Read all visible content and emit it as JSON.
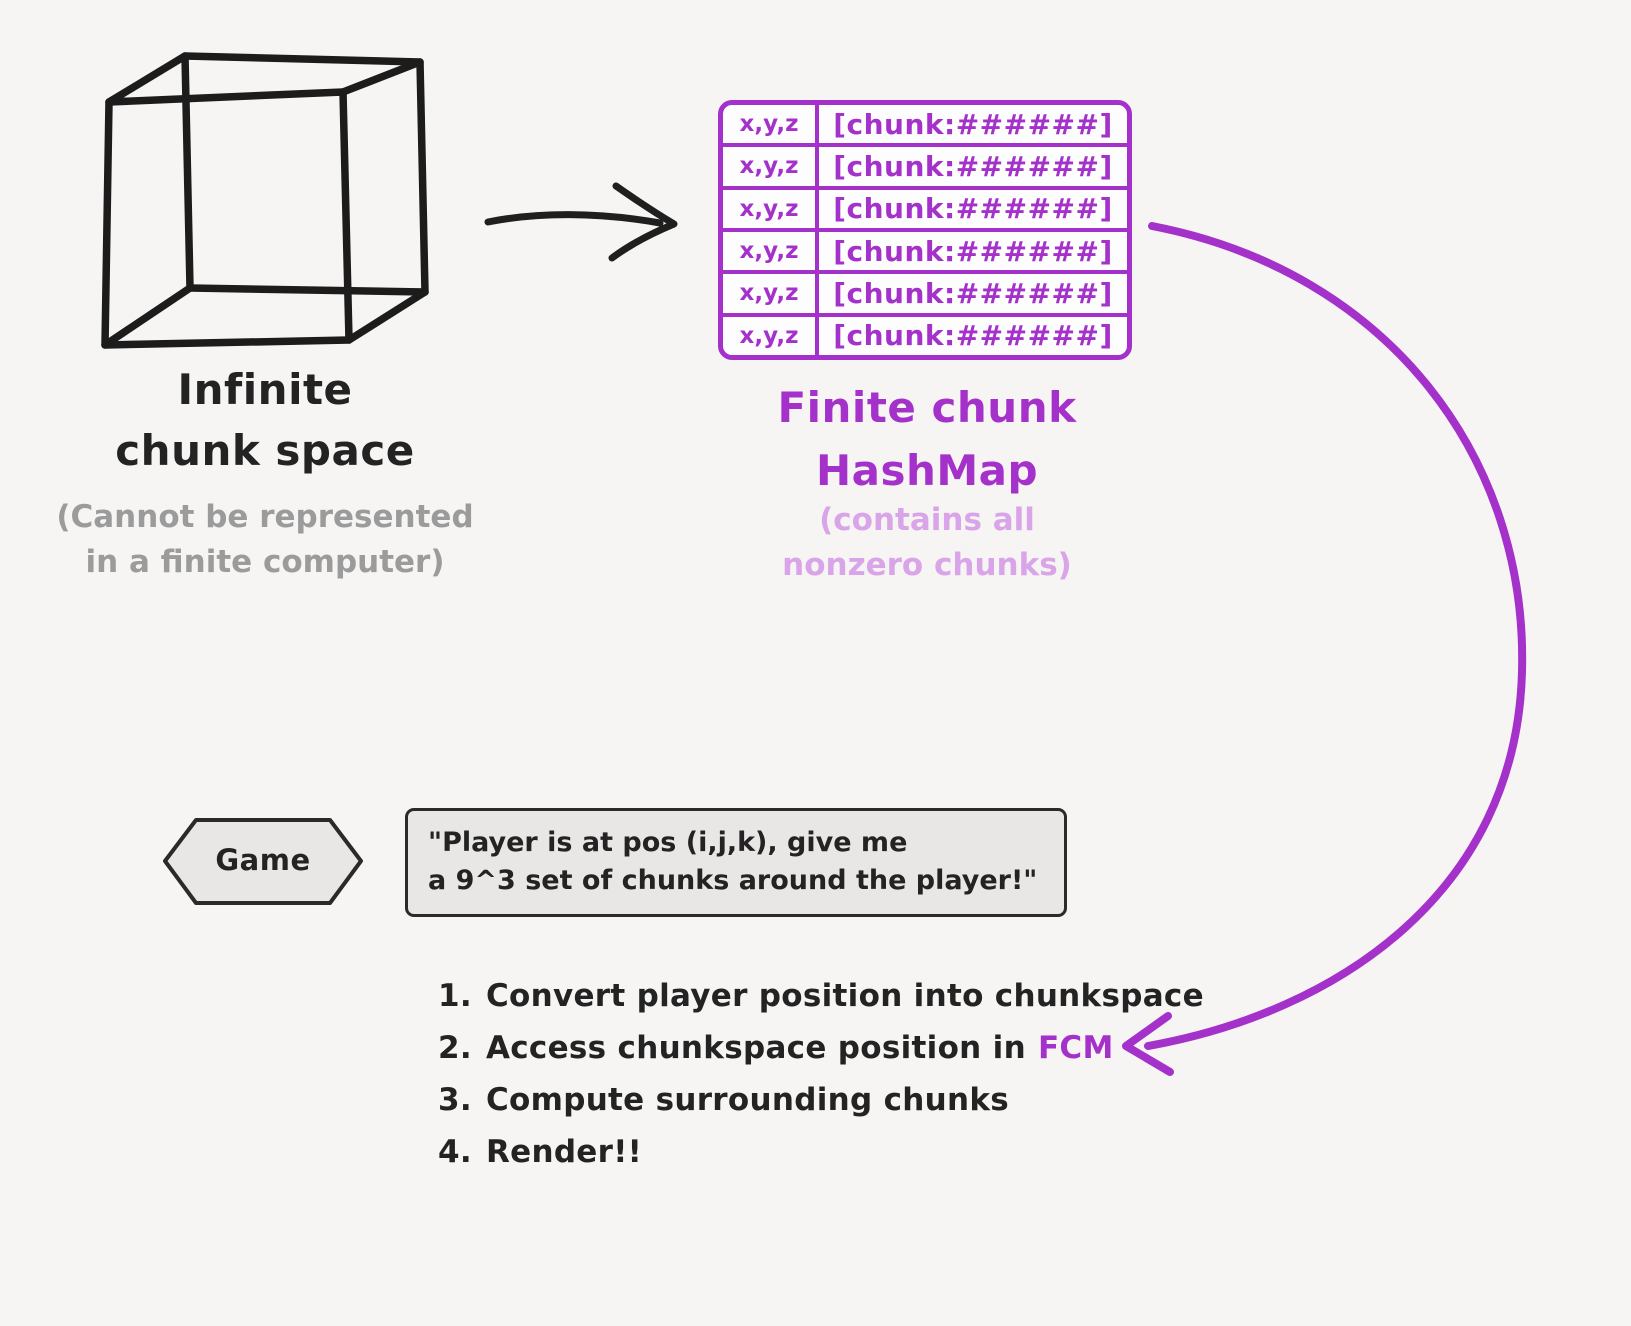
{
  "infinite_space": {
    "title_line1": "Infinite",
    "title_line2": "chunk space",
    "caption_line1": "(Cannot be represented",
    "caption_line2": "in a finite computer)"
  },
  "hashmap": {
    "rows": [
      {
        "key": "x,y,z",
        "value": "[chunk:######]"
      },
      {
        "key": "x,y,z",
        "value": "[chunk:######]"
      },
      {
        "key": "x,y,z",
        "value": "[chunk:######]"
      },
      {
        "key": "x,y,z",
        "value": "[chunk:######]"
      },
      {
        "key": "x,y,z",
        "value": "[chunk:######]"
      },
      {
        "key": "x,y,z",
        "value": "[chunk:######]"
      }
    ],
    "title_line1": "Finite chunk",
    "title_line2": "HashMap",
    "caption_line1": "(contains all",
    "caption_line2": "nonzero chunks)"
  },
  "game": {
    "badge_label": "Game",
    "quote_line1": "\"Player is at pos (i,j,k), give me",
    "quote_line2": "a 9^3 set of chunks around the player!\""
  },
  "steps": [
    {
      "num": "1.",
      "text": "Convert player position into chunkspace",
      "highlight": ""
    },
    {
      "num": "2.",
      "text": "Access chunkspace position in",
      "highlight": "FCM"
    },
    {
      "num": "3.",
      "text": "Compute surrounding chunks",
      "highlight": ""
    },
    {
      "num": "4.",
      "text": "Render!!",
      "highlight": ""
    }
  ],
  "colors": {
    "purple": "#a531cb",
    "light_purple": "#d9a4e8",
    "ink": "#232323",
    "gray": "#9b9b9b",
    "background": "#f6f5f3"
  }
}
